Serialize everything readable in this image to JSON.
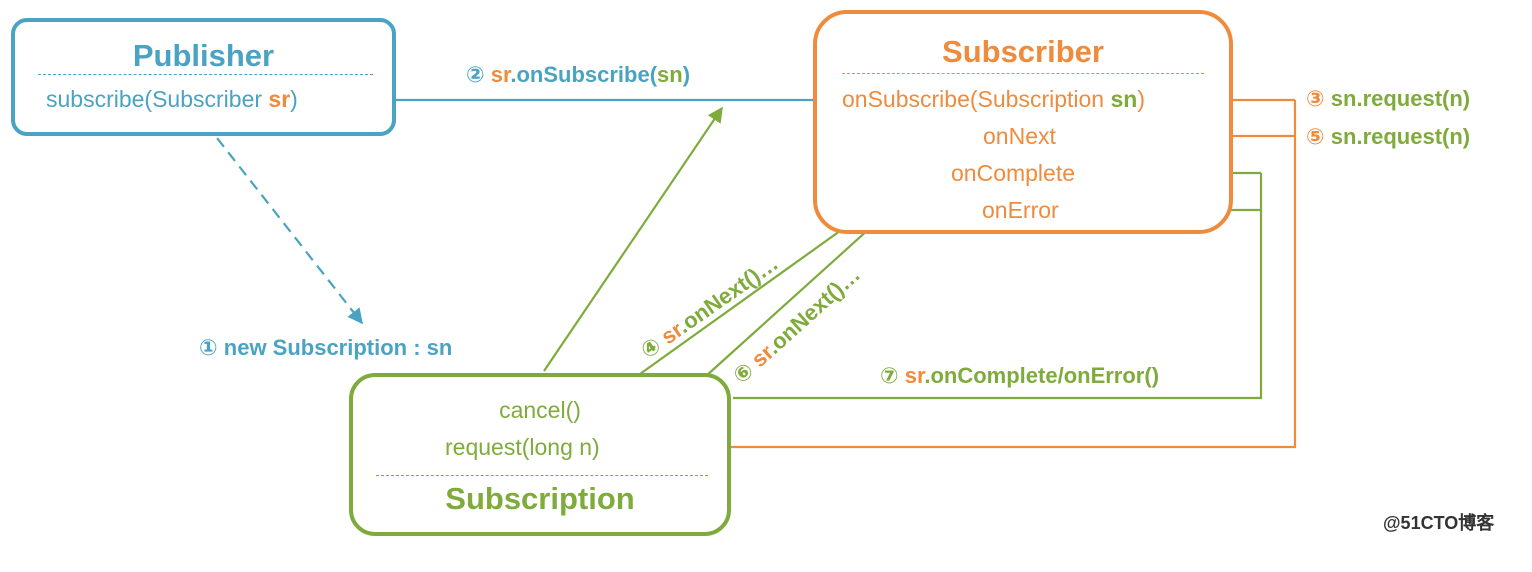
{
  "colors": {
    "publisher": "#4aa3c2",
    "subscriber": "#ee8b3d",
    "subscription": "#7fab3c"
  },
  "publisher": {
    "title": "Publisher",
    "method_prefix": "subscribe(Subscriber ",
    "method_param": "sr",
    "method_suffix": ")"
  },
  "subscriber": {
    "title": "Subscriber",
    "onsubscribe_prefix": "onSubscribe(Subscription ",
    "onsubscribe_param": "sn",
    "onsubscribe_suffix": ")",
    "on_next": "onNext",
    "on_complete": "onComplete",
    "on_error": "onError"
  },
  "subscription": {
    "cancel": "cancel()",
    "request": "request(long n)",
    "title": "Subscription"
  },
  "steps": {
    "s1_num": "①",
    "s1_text": "new Subscription : sn",
    "s2_num": "②",
    "s2_target": "sr",
    "s2_call": ".onSubscribe(",
    "s2_param": "sn",
    "s2_close": ")",
    "s3_num": "③",
    "s3_target": "sn",
    "s3_call": ".request(n)",
    "s4_num": "④",
    "s4_target": "sr",
    "s4_call": ".onNext()…",
    "s5_num": "⑤",
    "s5_target": "sn",
    "s5_call": ".request(n)",
    "s6_num": "⑥",
    "s6_target": "sr",
    "s6_call": ".onNext()…",
    "s7_num": "⑦",
    "s7_target": "sr",
    "s7_call": ".onComplete/onError()"
  },
  "watermark": "@51CTO博客"
}
